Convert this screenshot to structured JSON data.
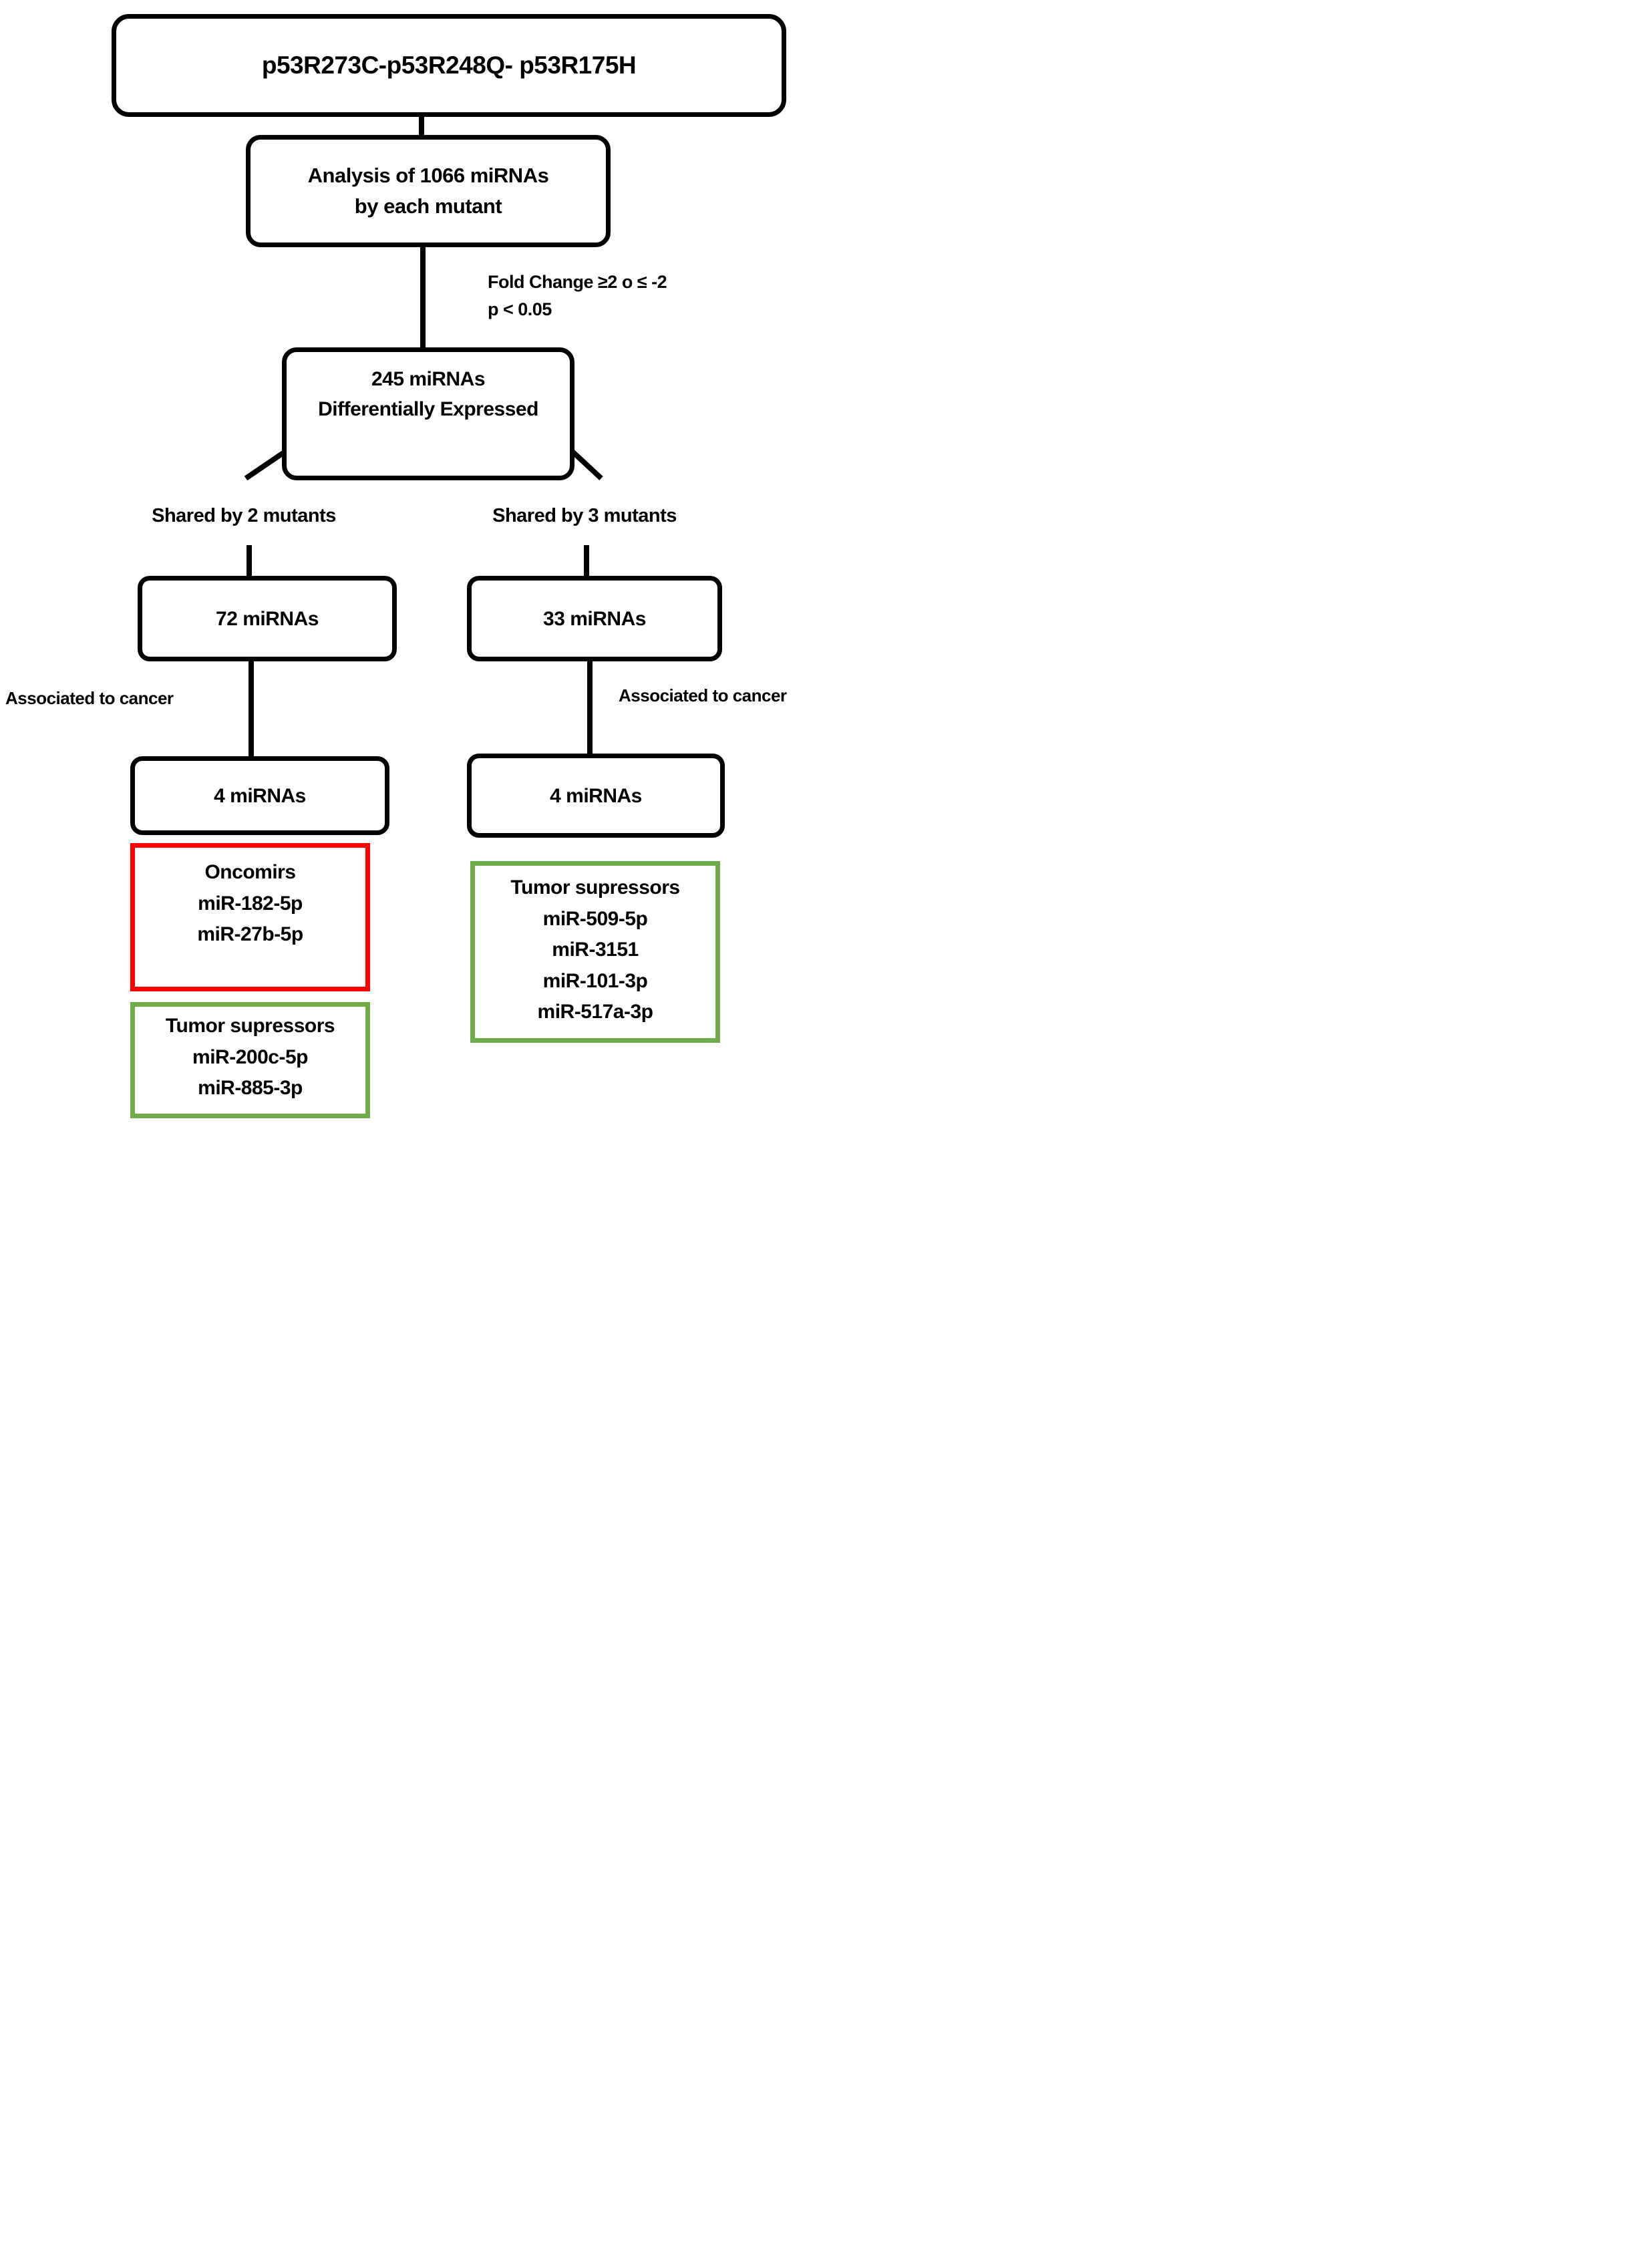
{
  "diagram": {
    "title_box": "p53R273C-p53R248Q- p53R175H",
    "analysis_box": {
      "line1": "Analysis of 1066 miRNAs",
      "line2": "by each mutant"
    },
    "filter_note": {
      "line1": "Fold  Change ≥2 o ≤ -2",
      "line2": "p < 0.05"
    },
    "de_box": {
      "line1": "245 miRNAs",
      "line2": "Differentially Expressed"
    },
    "left_branch": {
      "label": "Shared by 2 mutants",
      "count_box": "72 miRNAs",
      "assoc_label": "Associated  to cancer",
      "assoc_count_box": "4 miRNAs",
      "oncomirs_box": {
        "title": "Oncomirs",
        "items": [
          "miR-182-5p",
          "miR-27b-5p"
        ]
      },
      "suppressors_box": {
        "title": "Tumor supressors",
        "items": [
          "miR-200c-5p",
          "miR-885-3p"
        ]
      }
    },
    "right_branch": {
      "label": "Shared by 3 mutants",
      "count_box": "33 miRNAs",
      "assoc_label": "Associated to cancer",
      "assoc_count_box": "4 miRNAs",
      "suppressors_box": {
        "title": "Tumor supressors",
        "items": [
          "miR-509-5p",
          "miR-3151",
          "miR-101-3p",
          "miR-517a-3p"
        ]
      }
    },
    "colors": {
      "oncomir_border": "#FF0000",
      "suppressor_border": "#6EAC49",
      "box_border": "#000000",
      "connector": "#000000"
    }
  }
}
